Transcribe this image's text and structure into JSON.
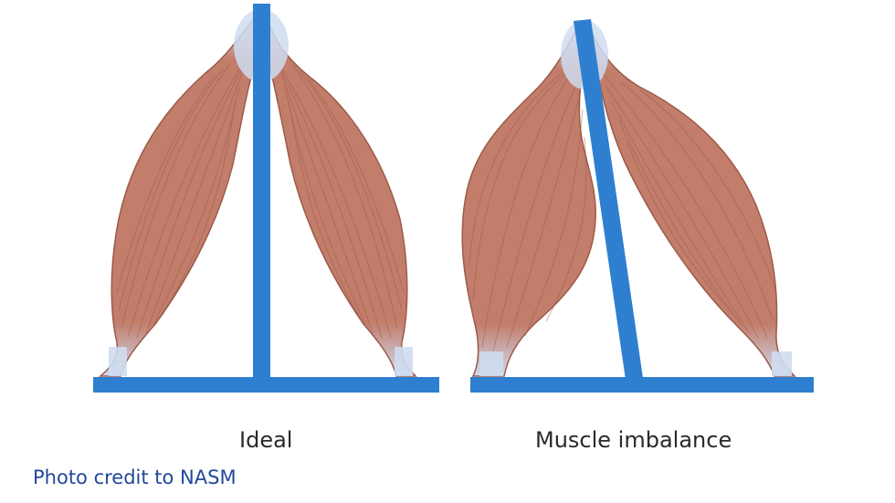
{
  "figure": {
    "panels": [
      {
        "caption": "Ideal"
      },
      {
        "caption": "Muscle imbalance"
      }
    ],
    "credit": "Photo credit to NASM"
  },
  "colors": {
    "muscle_fill": "#c27d6b",
    "muscle_outline": "#9c5a4a",
    "muscle_fiber": "#9a5444",
    "tendon": "#c9d7ee",
    "bone": "#2f7fd0",
    "credit_text": "#22489a"
  }
}
